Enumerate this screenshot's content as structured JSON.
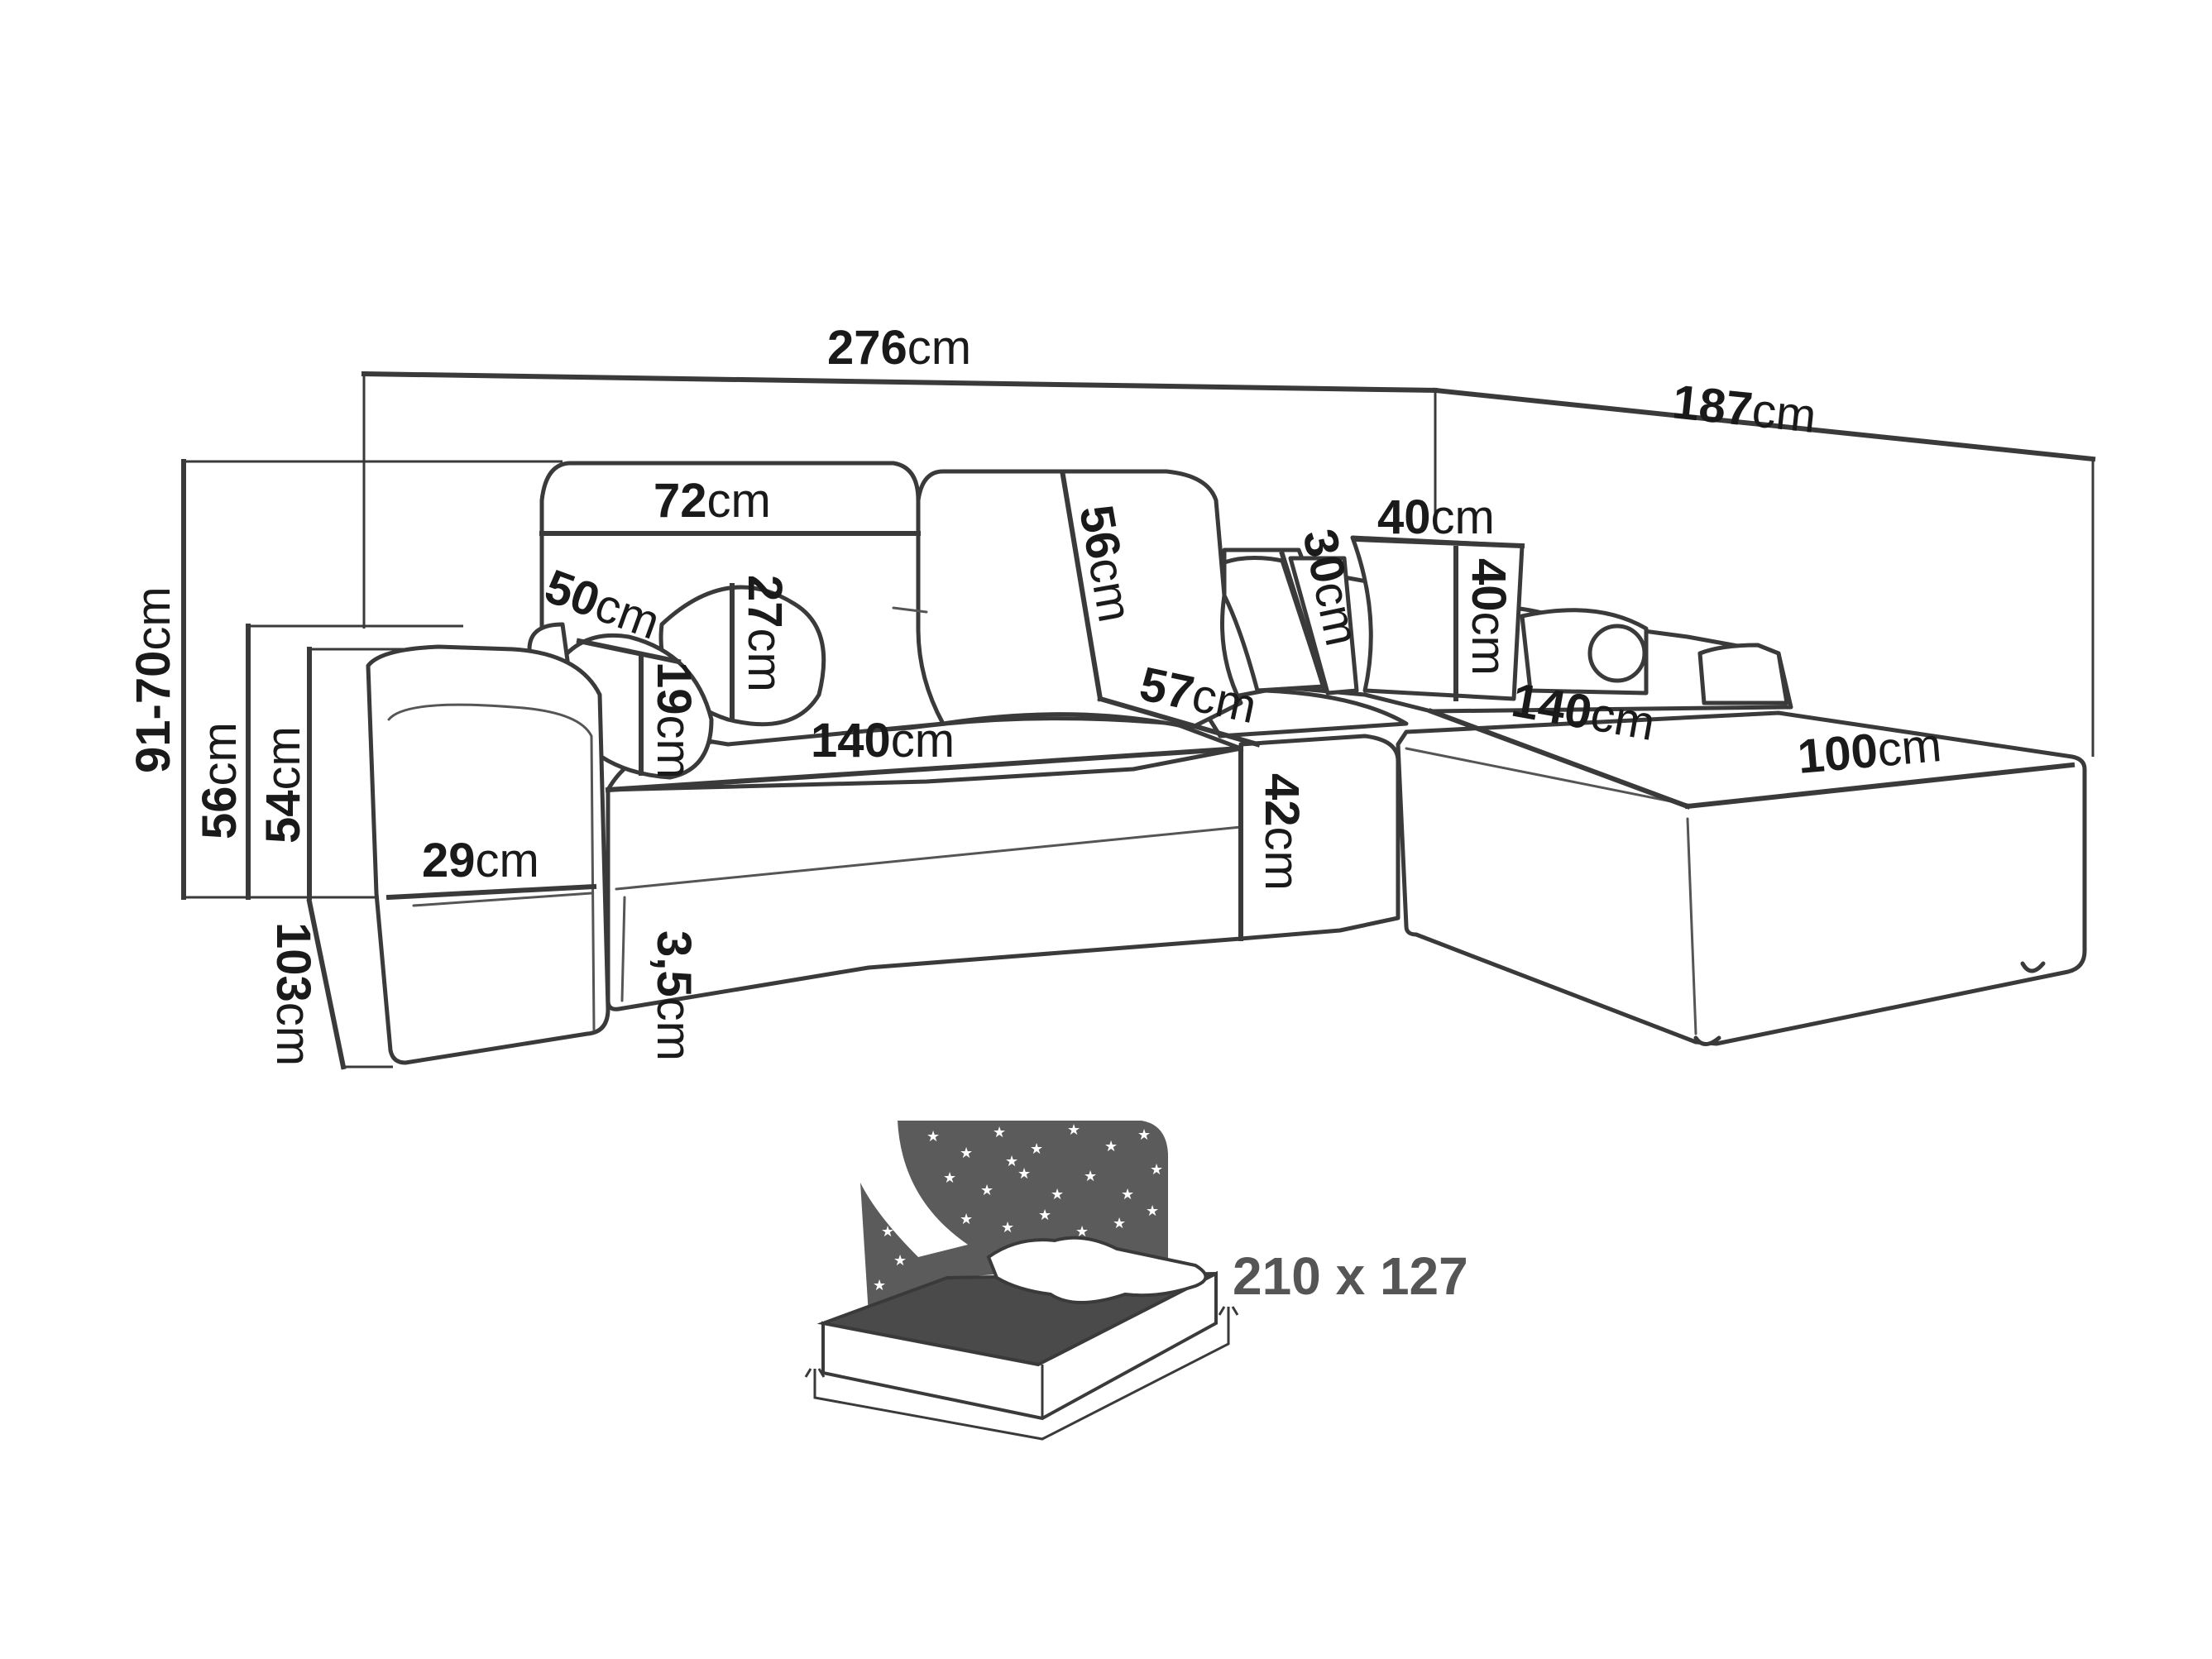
{
  "unit": "cm",
  "dimensions": {
    "total_width": "276",
    "chaise_length": "187",
    "total_height": "91-70",
    "back_height": "56",
    "arm_height": "54",
    "depth": "103",
    "cushion_width": "72",
    "cushion_height": "56",
    "cushion_front": "57",
    "pillow_width": "50",
    "pillow_height": "19",
    "bolster_height": "27",
    "seat_width": "140",
    "seat_height": "42",
    "arm_width": "29",
    "leg_height": "3,5",
    "small_pillow_height": "30",
    "square_pillow_width": "40",
    "square_pillow_height": "40",
    "chaise_seat": "140",
    "chaise_width": "100"
  },
  "sleeping_area": "210 x 127",
  "colors": {
    "line": "#3a3a3a",
    "text": "#1a1a1a",
    "night_sky": "#5b5b5b",
    "mattress": "#4a4a4a"
  }
}
